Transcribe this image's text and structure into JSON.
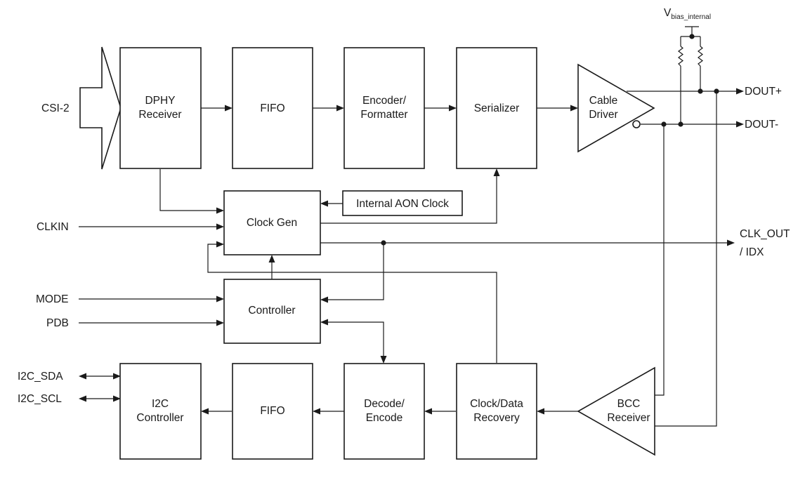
{
  "blocks": {
    "dphy_l1": "DPHY",
    "dphy_l2": "Receiver",
    "fifo_top": "FIFO",
    "encoder_l1": "Encoder/",
    "encoder_l2": "Formatter",
    "serializer": "Serializer",
    "cable_l1": "Cable",
    "cable_l2": "Driver",
    "clockgen": "Clock Gen",
    "aon_clock": "Internal AON Clock",
    "controller": "Controller",
    "i2c_l1": "I2C",
    "i2c_l2": "Controller",
    "fifo_bottom": "FIFO",
    "decode_l1": "Decode/",
    "decode_l2": "Encode",
    "cdr_l1": "Clock/Data",
    "cdr_l2": "Recovery",
    "bcc_l1": "BCC",
    "bcc_l2": "Receiver"
  },
  "signals": {
    "csi2": "CSI-2",
    "clkin": "CLKIN",
    "mode": "MODE",
    "pdb": "PDB",
    "i2c_sda": "I2C_SDA",
    "i2c_scl": "I2C_SCL",
    "dout_plus": "DOUT+",
    "dout_minus": "DOUT-",
    "clk_out_l1": "CLK_OUT",
    "clk_out_l2": "/ IDX",
    "vbias": "V",
    "vbias_sub": "bias_internal"
  }
}
